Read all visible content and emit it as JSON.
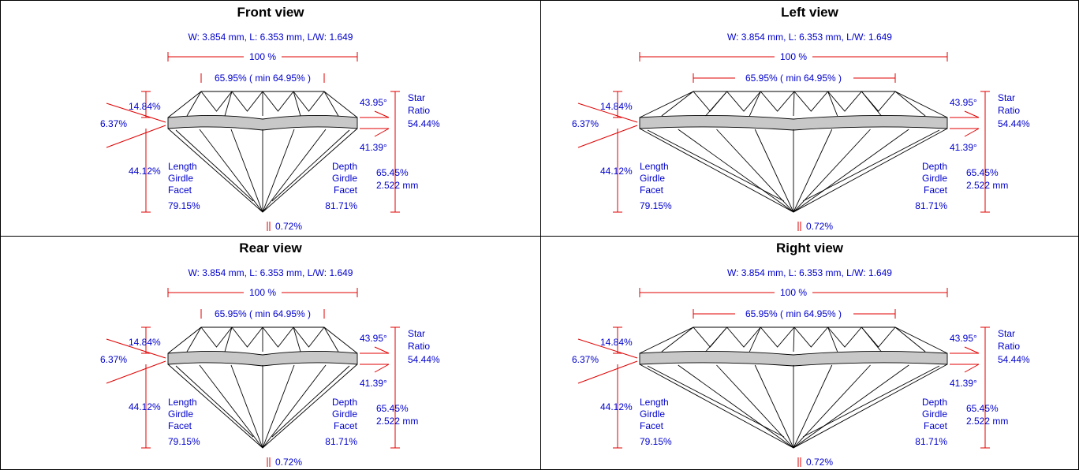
{
  "dimensions": "W: 3.854 mm, L: 6.353 mm, L/W: 1.649",
  "table_width": "100 %",
  "table_pct": "65.95% ( min 64.95% )",
  "crown_height": "14.84%",
  "girdle_thickness": "6.37%",
  "pavilion_depth": "44.12%",
  "crown_angle": "43.95°",
  "pavilion_angle": "41.39°",
  "star_ratio_label": [
    "Star",
    "Ratio"
  ],
  "star_ratio": "54.44%",
  "length_girdle_facet_label": [
    "Length",
    "Girdle",
    "Facet"
  ],
  "length_girdle_facet": "79.15%",
  "depth_girdle_facet_label": [
    "Depth",
    "Girdle",
    "Facet"
  ],
  "depth_girdle_facet": "81.71%",
  "total_depth": "65.45%",
  "total_depth_mm": "2.522 mm",
  "culet": "0.72%",
  "colors": {
    "annotation_line": "#e00000",
    "annotation_text": "#0000cc",
    "girdle_fill": "#c8c8c8",
    "outline": "#000000"
  },
  "views": [
    {
      "title": "Front view",
      "orientation": "narrow"
    },
    {
      "title": "Left view",
      "orientation": "wide"
    },
    {
      "title": "Rear view",
      "orientation": "narrow"
    },
    {
      "title": "Right view",
      "orientation": "wide"
    }
  ]
}
